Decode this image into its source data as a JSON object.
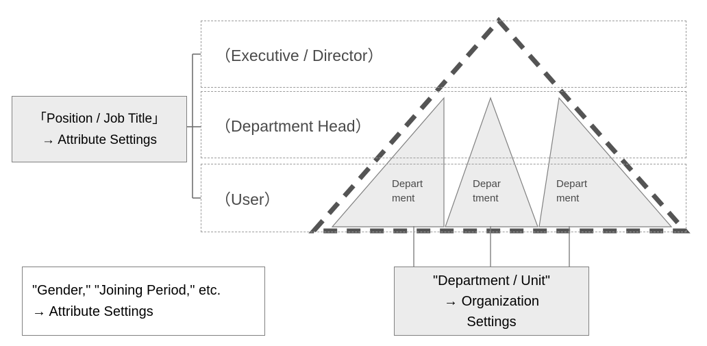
{
  "diagram": {
    "title_text": "Organization hierarchy and attribute settings diagram",
    "colors": {
      "box_fill_gray": "#ececec",
      "box_fill_white": "#ffffff",
      "box_border": "#808080",
      "tier_border_dashed": "#9a9a9a",
      "tier_label_text": "#4a4a4a",
      "big_triangle_stroke": "#545454",
      "small_triangle_fill": "#ececec",
      "small_triangle_stroke": "#808080",
      "connector_line": "#808080",
      "body_text": "#000000"
    },
    "tiers": [
      {
        "id": "executive",
        "label": "（Executive / Director）"
      },
      {
        "id": "department-head",
        "label": "（Department Head）"
      },
      {
        "id": "user",
        "label": "（User）"
      }
    ],
    "departments": [
      {
        "id": "dept-1",
        "label": "Depart\nment"
      },
      {
        "id": "dept-2",
        "label": "Depar\ntment"
      },
      {
        "id": "dept-3",
        "label": "Depart\nment"
      }
    ],
    "callouts": {
      "position": {
        "line1": "「Position / Job Title」",
        "line2": "→ Attribute Settings"
      },
      "attributes": {
        "line1": "\"Gender,\" \"Joining Period,\" etc.",
        "line2": "→ Attribute Settings"
      },
      "organization": {
        "line1": "\"Department / Unit\"",
        "line2": "→ Organization",
        "line3": "Settings"
      }
    }
  }
}
